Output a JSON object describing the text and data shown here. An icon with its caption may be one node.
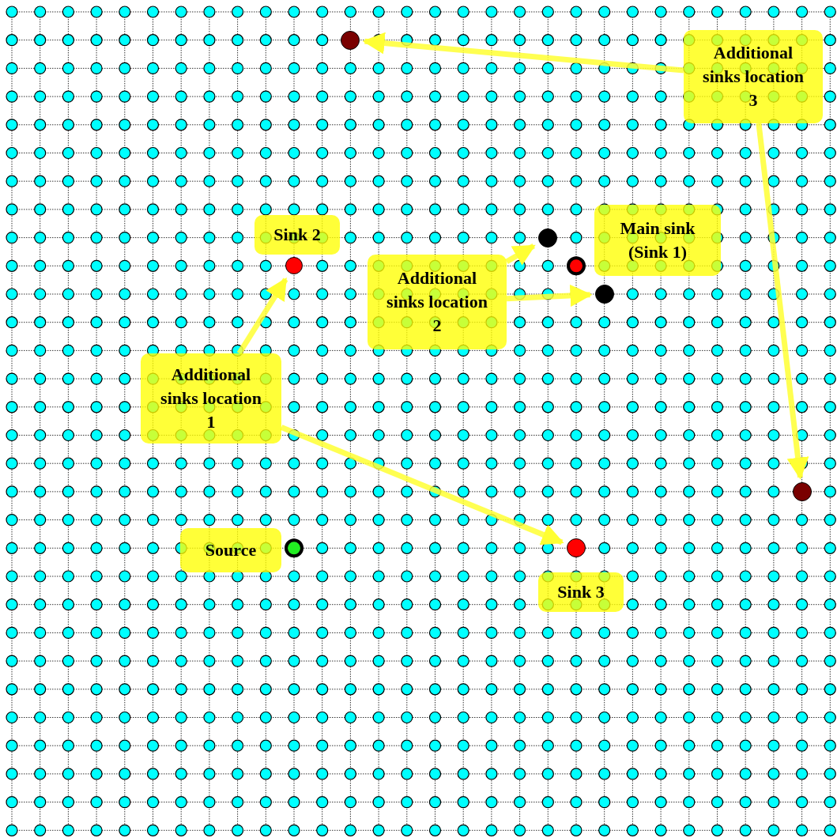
{
  "diagram": {
    "nodes": [
      {
        "text": [
          "Additional sinks location 3"
        ]
      },
      {
        "text": [],
        "shape": "circle"
      },
      {
        "text": [
          "Sink 2"
        ]
      },
      {
        "text": [],
        "shape": "circle"
      },
      {
        "text": [
          "Main sink (Sink 1)"
        ]
      },
      {
        "text": [],
        "shape": "circle"
      },
      {
        "text": [
          "Additional sinks location 2"
        ]
      },
      {
        "text": [],
        "shape": "circle"
      },
      {
        "text": [
          "Additional sinks location 1"
        ]
      },
      {
        "text": [],
        "shape": "circle"
      },
      {
        "text": [
          "Source"
        ]
      },
      {
        "text": [],
        "shape": "circle"
      },
      {
        "text": [
          "Sink 3"
        ]
      }
    ],
    "edges": [
      {
        "from": 0,
        "to": 1,
        "arrow": "to"
      },
      {
        "from": 0,
        "to": 9,
        "arrow": "to"
      },
      {
        "from": 6,
        "to": 3,
        "arrow": "to"
      },
      {
        "from": 6,
        "to": 7,
        "arrow": "to"
      },
      {
        "from": 8,
        "to": 5,
        "arrow": "to"
      },
      {
        "from": 8,
        "to": 11,
        "arrow": "to"
      }
    ]
  }
}
